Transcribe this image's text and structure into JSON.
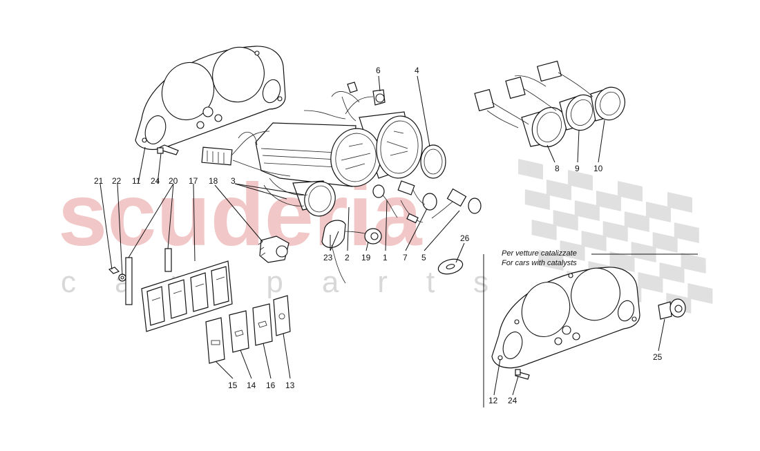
{
  "watermark": {
    "brand": "scuderia",
    "sub": "car parts",
    "flag_color": "#c8c8c8",
    "brand_color": "#f2c7c7"
  },
  "note": {
    "line1": "Per vetture catalizzate",
    "line2": "For cars with catalysts"
  },
  "callouts": {
    "c1": "1",
    "c2": "2",
    "c3": "3",
    "c4": "4",
    "c5": "5",
    "c6": "6",
    "c7": "7",
    "c8": "8",
    "c9": "9",
    "c10": "10",
    "c11": "11",
    "c12": "12",
    "c13": "13",
    "c14": "14",
    "c15": "15",
    "c16": "16",
    "c17": "17",
    "c18": "18",
    "c19": "19",
    "c20": "20",
    "c21": "21",
    "c22": "22",
    "c23": "23",
    "c24a": "24",
    "c24b": "24",
    "c25": "25",
    "c26": "26"
  }
}
